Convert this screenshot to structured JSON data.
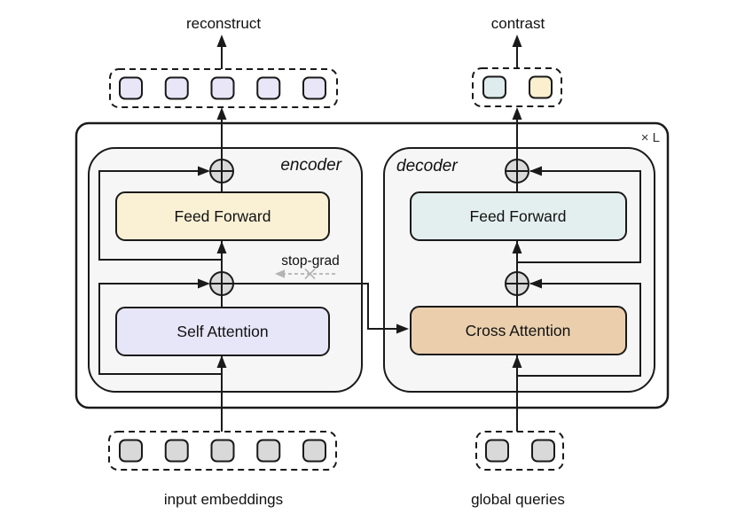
{
  "diagram": {
    "top": {
      "reconstruct_label": "reconstruct",
      "contrast_label": "contrast"
    },
    "scale_note": "× L",
    "encoder": {
      "name": "encoder",
      "feed_forward": "Feed Forward",
      "self_attention": "Self Attention"
    },
    "decoder": {
      "name": "decoder",
      "feed_forward": "Feed Forward",
      "cross_attention": "Cross Attention"
    },
    "stop_grad_label": "stop-grad",
    "bottom": {
      "input_embeddings_label": "input embeddings",
      "global_queries_label": "global queries"
    }
  },
  "tokens": {
    "reconstruct": {
      "fills": [
        "#e8e6f7",
        "#e8e6f7",
        "#e8e6f7",
        "#e8e6f7",
        "#e8e6f7"
      ]
    },
    "contrast": {
      "fills": [
        "#deeced",
        "#faf0cf"
      ]
    },
    "input_embeddings": {
      "fills": [
        "#d9d9d9",
        "#d9d9d9",
        "#d9d9d9",
        "#d9d9d9",
        "#d9d9d9"
      ]
    },
    "global_queries": {
      "fills": [
        "#d9d9d9",
        "#d9d9d9"
      ]
    }
  },
  "colors": {
    "line": "#1a1a1a",
    "panel_fill": "#f6f6f6",
    "encoder_ff_fill": "#faf1d4",
    "self_attention_fill": "#e7e5f8",
    "decoder_ff_fill": "#e3efee",
    "cross_attention_fill": "#ebcfad",
    "sum_node_fill": "#d9d9d9",
    "muted_label": "#a6a6a6",
    "stop_grad_arrow": "#b3b3b3"
  }
}
